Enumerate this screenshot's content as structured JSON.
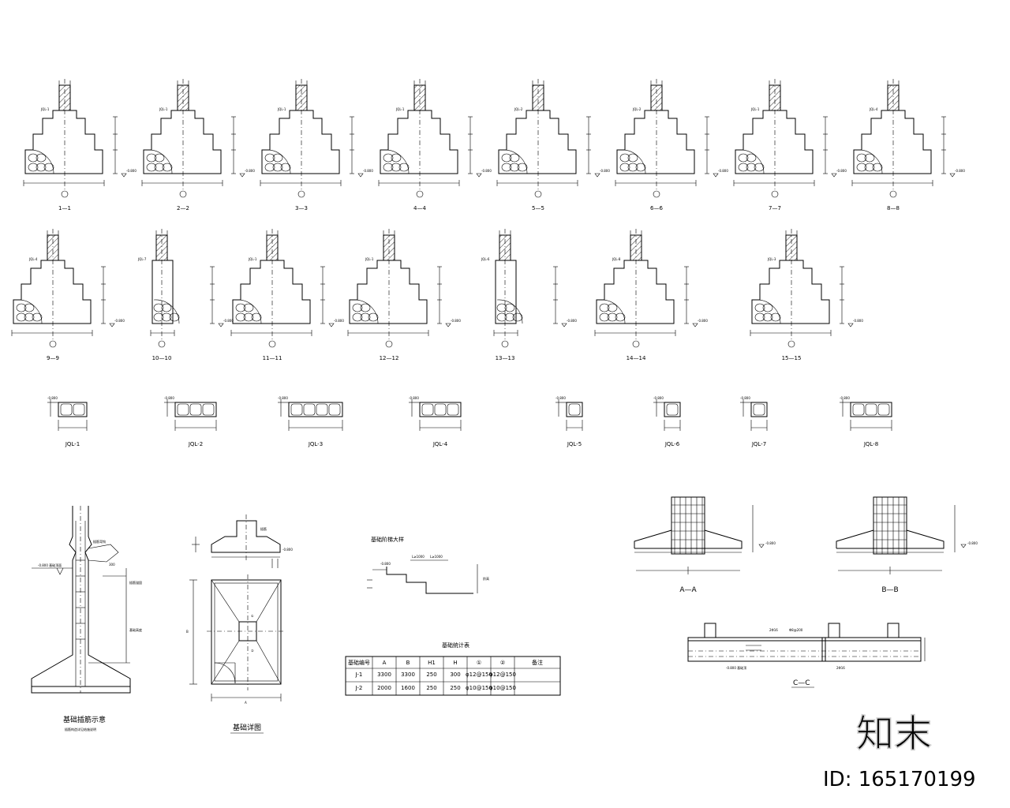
{
  "sections_row1": [
    {
      "label": "1—1",
      "tag": "JQL-1"
    },
    {
      "label": "2—2",
      "tag": "JQL-1"
    },
    {
      "label": "3—3",
      "tag": "JQL-1"
    },
    {
      "label": "4—4",
      "tag": "JQL-1"
    },
    {
      "label": "5—5",
      "tag": "JQL-2"
    },
    {
      "label": "6—6",
      "tag": "JQL-2"
    },
    {
      "label": "7—7",
      "tag": "JQL-1"
    },
    {
      "label": "8—8",
      "tag": "JQL-4"
    }
  ],
  "sections_row2": [
    {
      "label": "9—9",
      "tag": "JQL-4"
    },
    {
      "label": "10—10",
      "tag": "JQL-7"
    },
    {
      "label": "11—11",
      "tag": "JQL-1"
    },
    {
      "label": "12—12",
      "tag": "JQL-1"
    },
    {
      "label": "13—13",
      "tag": "JQL-6"
    },
    {
      "label": "14—14",
      "tag": "JQL-8"
    },
    {
      "label": "15—15",
      "tag": "JQL-3"
    }
  ],
  "level_mark": "-0.800",
  "beams": [
    "JQL-1",
    "JQL-2",
    "JQL-3",
    "JQL-4",
    "JQL-5",
    "JQL-6",
    "JQL-7",
    "JQL-8"
  ],
  "detail_titles": {
    "column_detail": "基础插筋示意",
    "column_note": "插筋构造详见结施说明",
    "footing_detail": "基础详图",
    "step_detail": "基础阶梯大样",
    "table_title": "基础统计表",
    "section_a": "A—A",
    "section_b": "B—B",
    "section_c": "C—C"
  },
  "table": {
    "headers": [
      "基础编号",
      "A",
      "B",
      "H1",
      "H",
      "①",
      "②",
      "备注"
    ],
    "rows": [
      [
        "J-1",
        "3300",
        "3300",
        "250",
        "300",
        "φ12@150",
        "φ12@150",
        ""
      ],
      [
        "J-2",
        "2000",
        "1600",
        "250",
        "250",
        "φ10@150",
        "φ10@150",
        ""
      ]
    ]
  },
  "watermark": {
    "logo": "知末",
    "id": "ID: 165170199"
  }
}
